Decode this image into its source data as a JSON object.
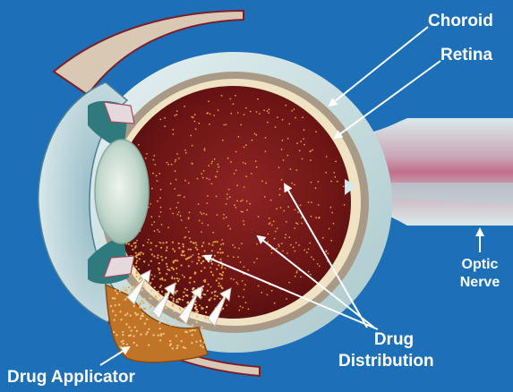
{
  "labels": {
    "choroid": "Choroid",
    "retina": "Retina",
    "optic_nerve_line1": "Optic",
    "optic_nerve_line2": "Nerve",
    "drug_distribution_line1": "Drug",
    "drug_distribution_line2": "Distribution",
    "drug_applicator": "Drug Applicator"
  },
  "colors": {
    "background": "#1d6fb8",
    "sclera": "#cfe2e4",
    "choroid": "#a89a87",
    "retina": "#efe3c4",
    "vitreous": "#6e1515",
    "drug_particles": "#e0a040",
    "applicator": "#c07428",
    "arrows": "#ffffff"
  }
}
